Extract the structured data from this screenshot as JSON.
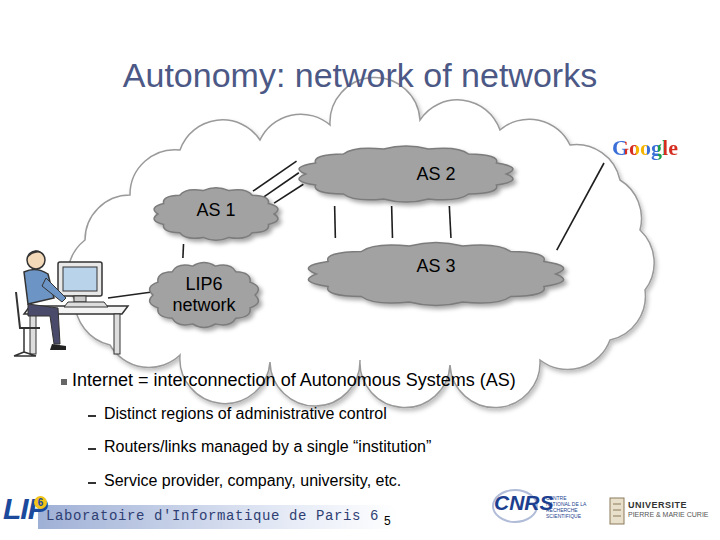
{
  "diagram": {
    "title": "Autonomy: network of networks",
    "nodes": [
      {
        "text": [
          "AS 2"
        ]
      },
      {
        "text": [
          "Google"
        ]
      },
      {
        "text": [
          "AS 1"
        ]
      },
      {
        "text": [
          "AS 3"
        ]
      },
      {
        "text": [
          "LIP6 network"
        ]
      }
    ],
    "edges": [
      {
        "from": 2,
        "to": 0,
        "arrow": "none"
      },
      {
        "from": 2,
        "to": 0,
        "arrow": "none"
      },
      {
        "from": 2,
        "to": 0,
        "arrow": "none"
      },
      {
        "from": 0,
        "to": 3,
        "arrow": "none"
      },
      {
        "from": 0,
        "to": 3,
        "arrow": "none"
      },
      {
        "from": 0,
        "to": 3,
        "arrow": "none"
      },
      {
        "from": 2,
        "to": 4,
        "arrow": "none"
      },
      {
        "from": 3,
        "to": 1,
        "arrow": "none"
      }
    ],
    "labels": [
      "Internet = interconnection of Autonomous Systems (AS)",
      "Distinct regions of administrative control",
      "Routers/links managed by a single “institution”",
      "Service provider, company, university, etc.",
      "LIP",
      "6",
      "Laboratoire d'Informatique de Paris 6",
      "5",
      "CNRS",
      "CENTRE NATIONAL DE LA RECHERCHE SCIENTIFIQUE",
      "UNIVERSITE",
      "PIERRE & MARIE CURIE"
    ]
  }
}
